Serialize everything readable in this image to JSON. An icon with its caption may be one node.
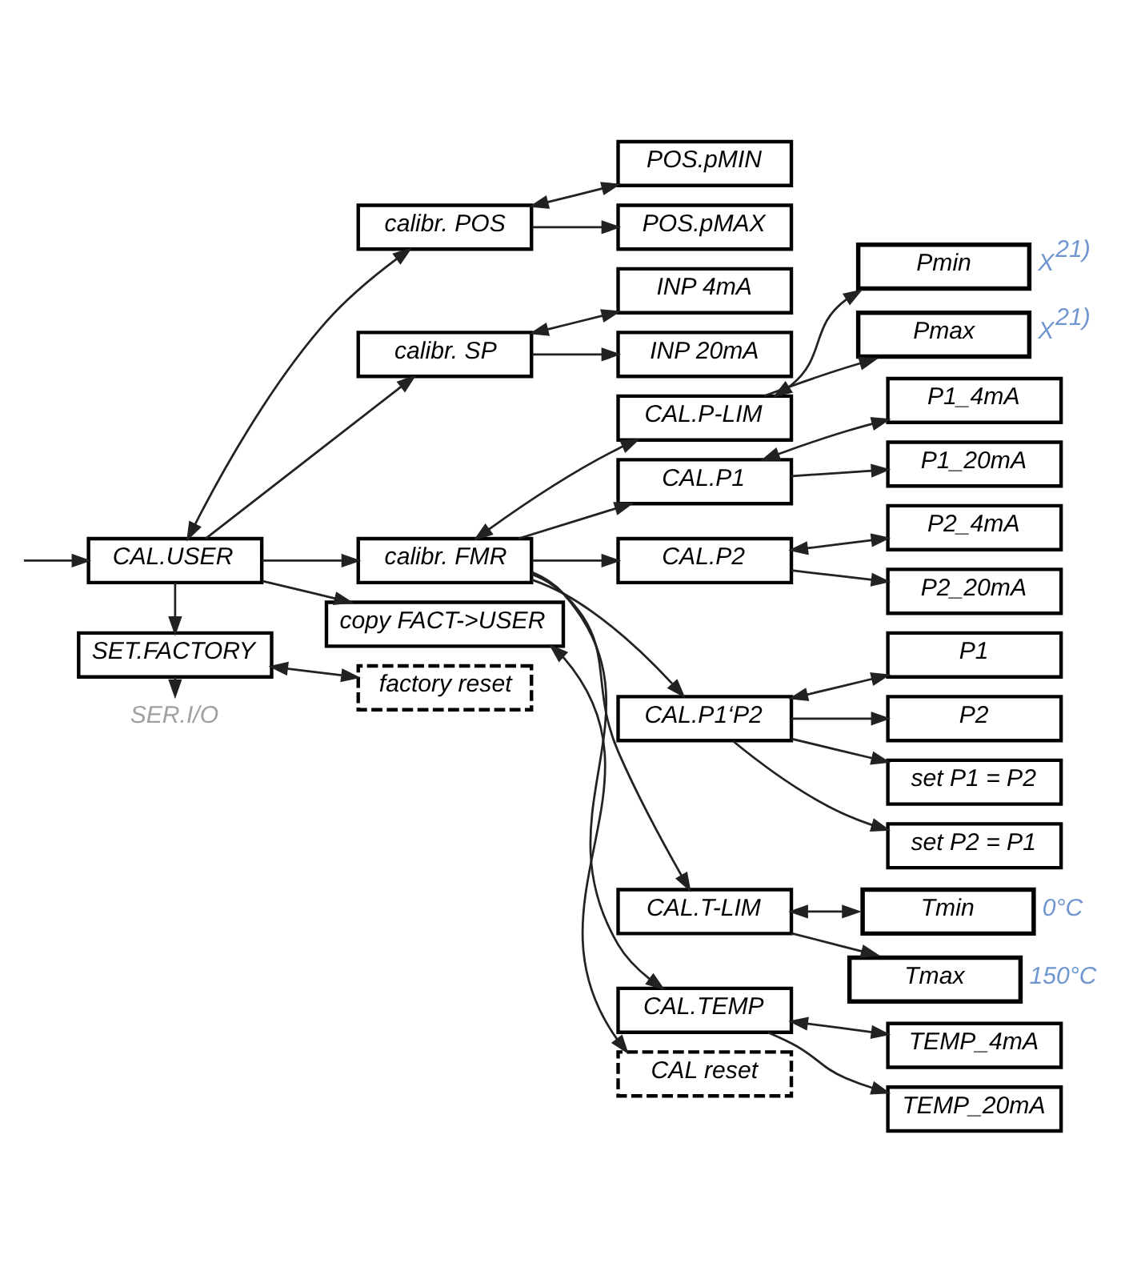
{
  "diagram": {
    "nodes": [
      {
        "text": [
          "CAL.USER"
        ]
      },
      {
        "text": [
          "calibr. POS"
        ]
      },
      {
        "text": [
          "POS.pMIN"
        ]
      },
      {
        "text": [
          "POS.pMAX"
        ]
      },
      {
        "text": [
          "calibr. SP"
        ]
      },
      {
        "text": [
          "INP 4mA"
        ]
      },
      {
        "text": [
          "INP 20mA"
        ]
      },
      {
        "text": [
          "calibr. FMR"
        ]
      },
      {
        "text": [
          "CAL.P-LIM"
        ]
      },
      {
        "text": [
          "Pmin"
        ],
        "beside": [
          "X$^{21)}$"
        ]
      },
      {
        "text": [
          "Pmax"
        ],
        "beside": [
          "X$^{21)}$"
        ]
      },
      {
        "text": [
          "CAL.P1"
        ]
      },
      {
        "text": [
          "P1_4mA"
        ]
      },
      {
        "text": [
          "P1_20mA"
        ]
      },
      {
        "text": [
          "CAL.P2"
        ]
      },
      {
        "text": [
          "P2_4mA"
        ]
      },
      {
        "text": [
          "P2_20mA"
        ]
      },
      {
        "text": [
          "CAL.P1‘P2"
        ]
      },
      {
        "text": [
          "P1"
        ]
      },
      {
        "text": [
          "P2"
        ]
      },
      {
        "text": [
          "set P1 = P2"
        ]
      },
      {
        "text": [
          "set P2 = P1"
        ]
      },
      {
        "text": [
          "CAL.T-LIM"
        ]
      },
      {
        "text": [
          "Tmin"
        ],
        "beside": [
          "0°C"
        ]
      },
      {
        "text": [
          "Tmax"
        ],
        "beside": [
          "150°C"
        ]
      },
      {
        "text": [
          "CAL.TEMP"
        ]
      },
      {
        "text": [
          "TEMP_4mA"
        ]
      },
      {
        "text": [
          "TEMP_20mA"
        ]
      },
      {
        "text": [
          "copy FACT->USER"
        ]
      },
      {
        "text": [
          "CAL reset"
        ]
      },
      {
        "text": [
          "SET.FACTORY"
        ]
      },
      {
        "text": [
          "factory reset"
        ]
      },
      {
        "text": [
          "SER.I/O"
        ]
      }
    ],
    "edges": [
      {
        "from": null,
        "to": 0,
        "arrow": "to"
      },
      {
        "from": 0,
        "to": 1,
        "arrow": "both"
      },
      {
        "from": 0,
        "to": 4,
        "arrow": "to"
      },
      {
        "from": 0,
        "to": 7,
        "arrow": "to"
      },
      {
        "from": 0,
        "to": 28,
        "arrow": "to"
      },
      {
        "from": 1,
        "to": 2,
        "arrow": "both"
      },
      {
        "from": 1,
        "to": 3,
        "arrow": "to"
      },
      {
        "from": 4,
        "to": 5,
        "arrow": "both"
      },
      {
        "from": 4,
        "to": 6,
        "arrow": "to"
      },
      {
        "from": 7,
        "to": 8,
        "arrow": "both"
      },
      {
        "from": 7,
        "to": 11,
        "arrow": "to"
      },
      {
        "from": 7,
        "to": 14,
        "arrow": "to"
      },
      {
        "from": 7,
        "to": 17,
        "arrow": "to"
      },
      {
        "from": 7,
        "to": 22,
        "arrow": "to"
      },
      {
        "from": 7,
        "to": 25,
        "arrow": "to"
      },
      {
        "from": 8,
        "to": 9,
        "arrow": "both"
      },
      {
        "from": 8,
        "to": 10,
        "arrow": "to"
      },
      {
        "from": 11,
        "to": 12,
        "arrow": "both"
      },
      {
        "from": 11,
        "to": 13,
        "arrow": "to"
      },
      {
        "from": 14,
        "to": 15,
        "arrow": "both"
      },
      {
        "from": 14,
        "to": 16,
        "arrow": "to"
      },
      {
        "from": 17,
        "to": 18,
        "arrow": "both"
      },
      {
        "from": 17,
        "to": 19,
        "arrow": "to"
      },
      {
        "from": 17,
        "to": 20,
        "arrow": "to"
      },
      {
        "from": 17,
        "to": 21,
        "arrow": "to"
      },
      {
        "from": 22,
        "to": 23,
        "arrow": "both"
      },
      {
        "from": 22,
        "to": 24,
        "arrow": "to"
      },
      {
        "from": 25,
        "to": 26,
        "arrow": "both"
      },
      {
        "from": 25,
        "to": 27,
        "arrow": "to"
      },
      {
        "from": 28,
        "to": 29,
        "arrow": "both"
      },
      {
        "from": 0,
        "to": 30,
        "arrow": "to"
      },
      {
        "from": 30,
        "to": 31,
        "arrow": "both"
      },
      {
        "from": 30,
        "to": 32,
        "arrow": "to"
      }
    ]
  }
}
